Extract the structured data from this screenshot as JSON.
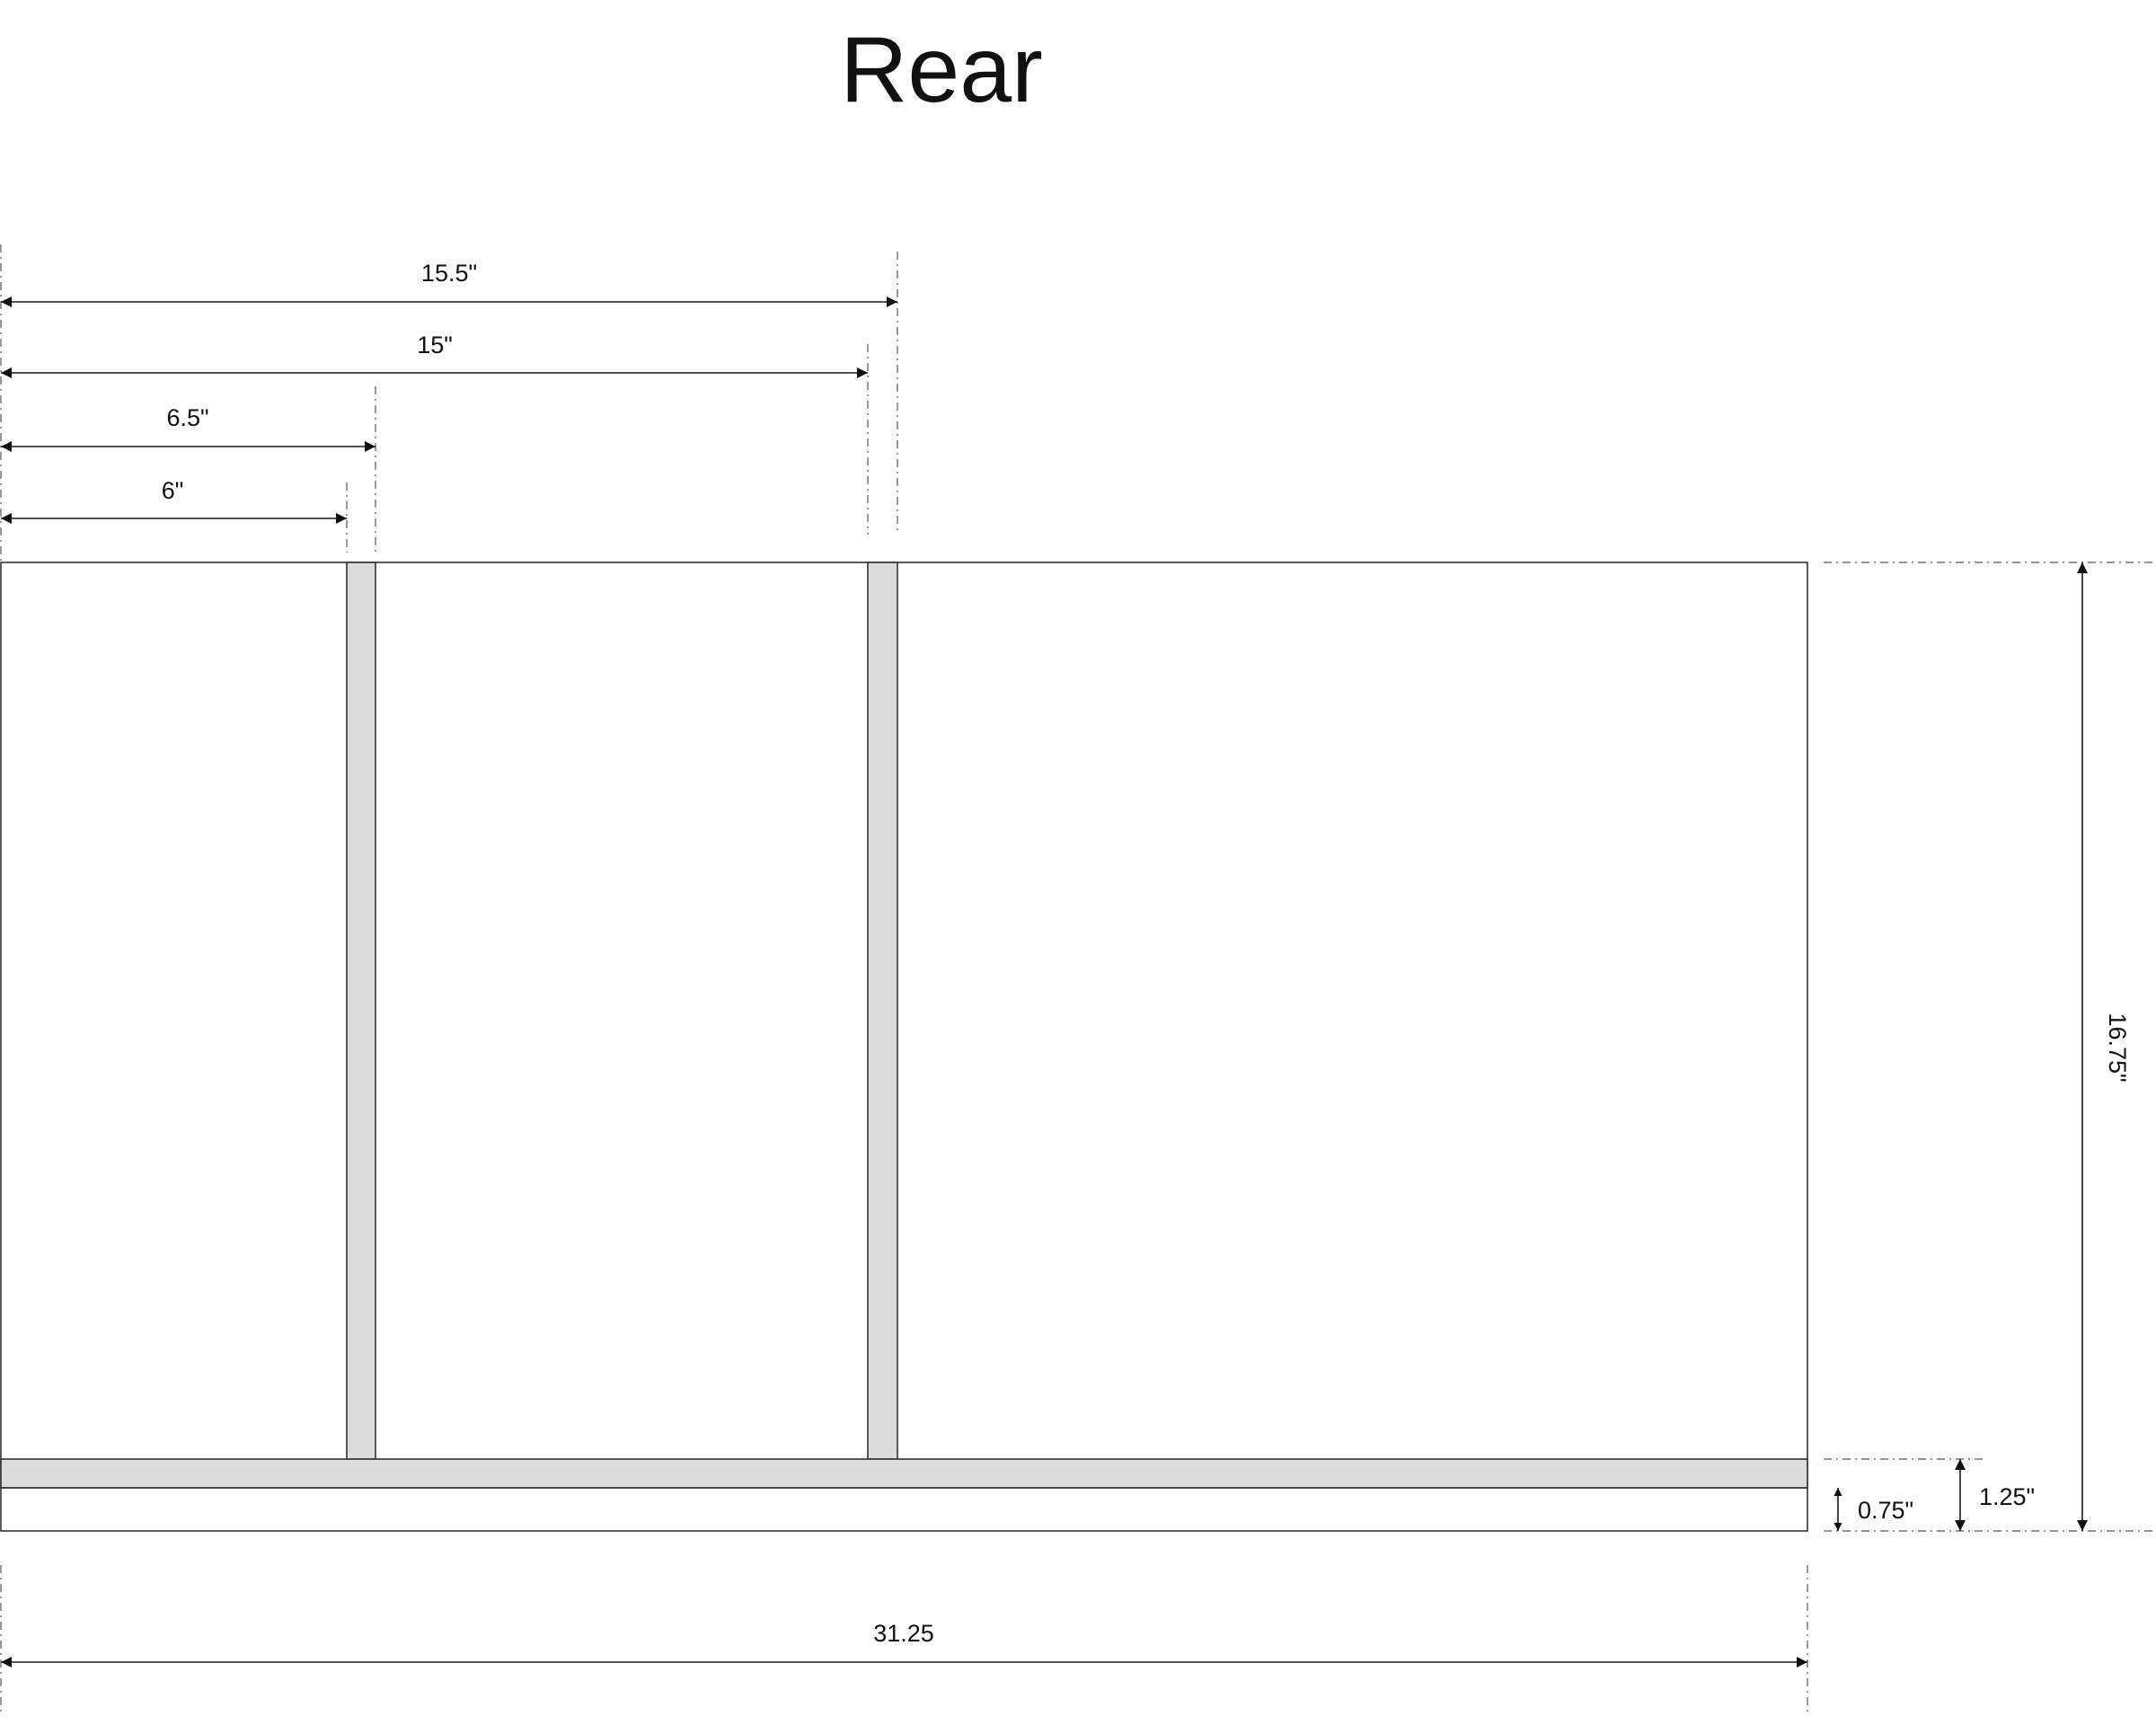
{
  "title": "Rear",
  "colors": {
    "background": "#ffffff",
    "panel_fill": "#ffffff",
    "frame_member_fill": "#dcdcdc",
    "outline": "#333333",
    "dimension_line": "#1a1a1a",
    "extension_line": "#555555",
    "text": "#111111"
  },
  "frame_members": {
    "vertical_studs": [
      {
        "left_edge_in": 6.0,
        "right_edge_in": 6.5
      },
      {
        "left_edge_in": 15.0,
        "right_edge_in": 15.5
      }
    ],
    "horizontal_rail": {
      "bottom_edge_in": 0.75,
      "top_edge_in": 1.25
    }
  },
  "overall": {
    "width_in": 31.25,
    "height_in": 16.75
  },
  "dimensions": {
    "stud2_outer": {
      "label": "15.5\"",
      "value_in": 15.5
    },
    "stud2_inner": {
      "label": "15\"",
      "value_in": 15.0
    },
    "stud1_outer": {
      "label": "6.5\"",
      "value_in": 6.5
    },
    "stud1_inner": {
      "label": "6\"",
      "value_in": 6.0
    },
    "overall_width": {
      "label": "31.25",
      "value_in": 31.25
    },
    "overall_height": {
      "label": "16.75\"",
      "value_in": 16.75
    },
    "rail_top": {
      "label": "1.25\"",
      "value_in": 1.25
    },
    "rail_bottom": {
      "label": "0.75\"",
      "value_in": 0.75
    }
  }
}
